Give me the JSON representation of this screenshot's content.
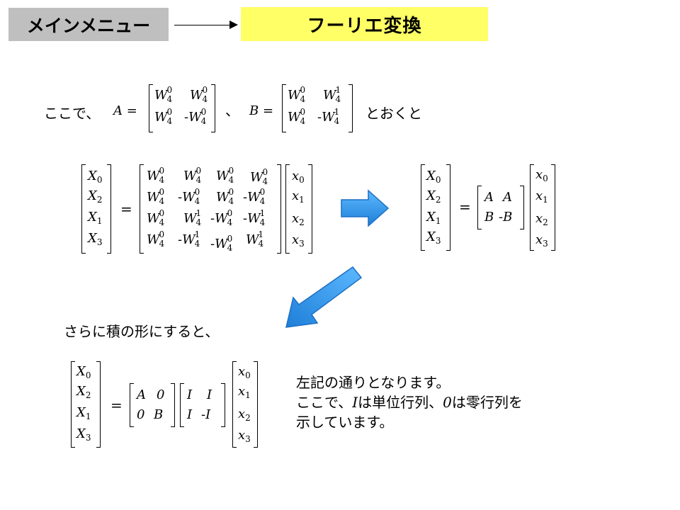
{
  "header": {
    "menu_label": "メインメニュー",
    "title": "フーリエ変換"
  },
  "intro": {
    "prefix": "ここで、",
    "separator": "、",
    "suffix": "とおくと",
    "A_label": "A =",
    "B_label": "B ="
  },
  "symbols": {
    "W": "W",
    "W4": "4",
    "s0": "0",
    "s1": "1",
    "neg": "-",
    "eq": "=",
    "A": "A",
    "B": "B",
    "I": "I",
    "zero": "0",
    "X": "X",
    "x": "x",
    "sub0": "0",
    "sub1": "1",
    "sub2": "2",
    "sub3": "3"
  },
  "section2": {
    "text": "さらに積の形にすると、"
  },
  "description": {
    "line1": "左記の通りとなります。",
    "line2_a": "ここで、",
    "line2_I": "I",
    "line2_b": "は単位行列、",
    "line2_0": "0",
    "line2_c": "は零行列を",
    "line3": "示しています。"
  },
  "colors": {
    "menu_bg": "#bfbfbf",
    "title_bg": "#ffff66",
    "arrow_fill": "#1e90e8",
    "arrow_stroke": "#1d6fc4"
  },
  "icons": {
    "right_arrow": "right-arrow-icon",
    "down_left_arrow": "down-left-arrow-icon"
  }
}
